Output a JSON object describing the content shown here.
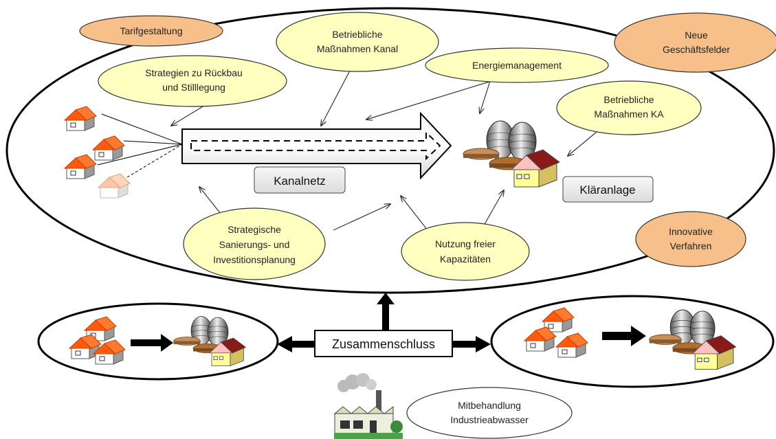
{
  "colors": {
    "yellow_bubble": "#FFFFC0",
    "orange_bubble": "#F7C08A",
    "roof_orange": "#FF5A10",
    "box_gray": "#EAEAEA"
  },
  "bubbles": {
    "tarif": "Tarifgestaltung",
    "betrieb_kanal": [
      "Betriebliche",
      "Maßnahmen Kanal"
    ],
    "neue": [
      "Neue",
      "Geschäftsfelder"
    ],
    "rueckbau": [
      "Strategien zu Rückbau",
      "und Stilllegung"
    ],
    "energie": "Energiemanagement",
    "betrieb_ka": [
      "Betriebliche",
      "Maßnahmen KA"
    ],
    "strategische": [
      "Strategische",
      "Sanierungs- und",
      "Investitionsplanung"
    ],
    "nutzung": [
      "Nutzung freier",
      "Kapazitäten"
    ],
    "innovative": [
      "Innovative",
      "Verfahren"
    ],
    "mitbehandlung": [
      "Mitbehandlung",
      "Industrieabwasser"
    ]
  },
  "boxes": {
    "kanalnetz": "Kanalnetz",
    "klaeranlage": "Kläranlage",
    "zusammenschluss": "Zusammenschluss"
  },
  "icons": [
    "house-icon",
    "treatment-plant-icon",
    "factory-icon"
  ]
}
